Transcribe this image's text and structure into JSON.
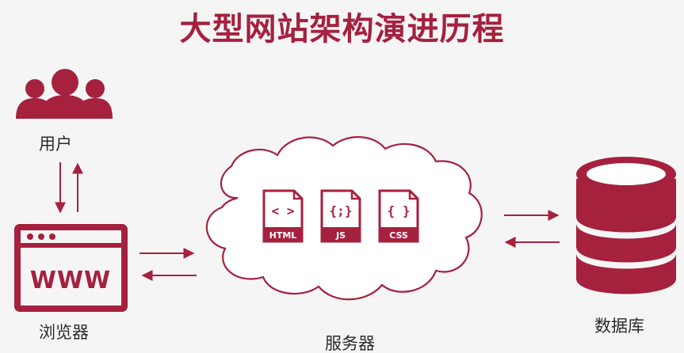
{
  "title": "大型网站架构演进历程",
  "nodes": {
    "users": {
      "label": "用户",
      "icon": "users-group-icon"
    },
    "browser": {
      "label": "浏览器",
      "icon": "browser-window-icon",
      "screen_text": "WWW"
    },
    "server": {
      "label": "服务器",
      "icon": "cloud-icon",
      "files": [
        {
          "name": "HTML",
          "glyph": "< >",
          "icon": "html-file-icon"
        },
        {
          "name": "JS",
          "glyph": "{;}",
          "icon": "js-file-icon"
        },
        {
          "name": "CSS",
          "glyph": "{ }",
          "icon": "css-file-icon"
        }
      ]
    },
    "database": {
      "label": "数据库",
      "icon": "database-cylinder-icon"
    }
  },
  "colors": {
    "accent": "#a5213e",
    "background": "#f6f5f5",
    "text": "#2b2b2b"
  }
}
